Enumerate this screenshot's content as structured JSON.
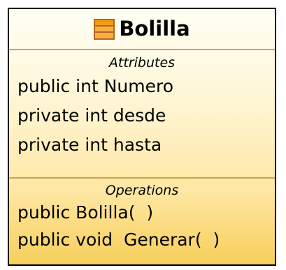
{
  "class_box": {
    "icon": "class-icon",
    "name": "Bolilla"
  },
  "attributes": {
    "title": "Attributes",
    "items": [
      "public int Numero",
      "private int desde",
      "private int hasta"
    ]
  },
  "operations": {
    "title": "Operations",
    "items": [
      "public Bolilla(  )",
      "public void  Generar(  )"
    ]
  },
  "colors": {
    "border": "#000000",
    "divider": "#c9a64a",
    "gradient_top": "#fffff4",
    "gradient_bottom": "#f7cf5a",
    "icon_fill": "#f5a623",
    "icon_stroke": "#b5651d"
  }
}
